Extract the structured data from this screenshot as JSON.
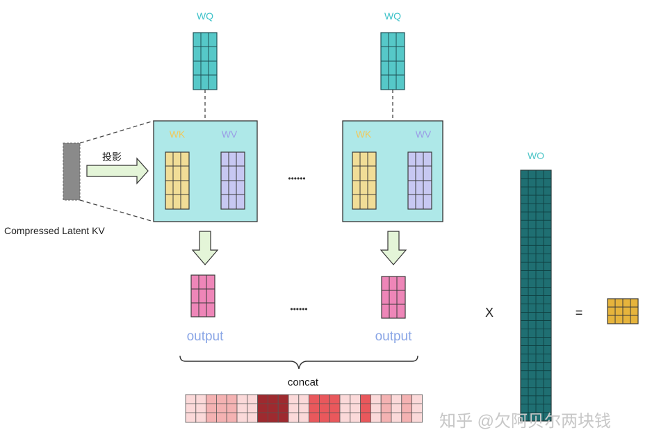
{
  "labels": {
    "wq": "WQ",
    "wk": "WK",
    "wv": "WV",
    "wo": "WO",
    "projection": "投影",
    "compressed_latent_kv": "Compressed  Latent KV",
    "ellipsis": "••••••",
    "output": "output",
    "concat": "concat",
    "multiply": "X",
    "equals": "=",
    "watermark": "知乎 @欠阿贝尔两块钱"
  },
  "colors": {
    "wq_fill": "#56c8c8",
    "wq_text": "#3ec2c9",
    "wk_fill": "#f1dd97",
    "wk_text": "#f0c95c",
    "wv_fill": "#c7c8f2",
    "wv_text": "#9a9ee6",
    "head_box": "#aee8e8",
    "latent": "#8a8a8a",
    "arrow_fill": "#e4f5d8",
    "output_fill": "#ee86b8",
    "output_text": "#8aa6e6",
    "wo_fill": "#1f6f72",
    "wo_text": "#4fc6c8",
    "result_fill": "#e6b43c",
    "watermark": "#c7c7c7"
  },
  "concat_colors": [
    "#fbd9d9",
    "#fbd9d9",
    "#f4b2b2",
    "#f4b2b2",
    "#f4b2b2",
    "#fbd9d9",
    "#fbd9d9",
    "#9e2a2f",
    "#9e2a2f",
    "#9e2a2f",
    "#fbd9d9",
    "#fbd9d9",
    "#e9585c",
    "#e9585c",
    "#e9585c",
    "#fbd9d9",
    "#fbd9d9",
    "#e9585c",
    "#fbd9d9",
    "#f4b2b2",
    "#fbd9d9",
    "#f4b2b2",
    "#fbd9d9"
  ]
}
